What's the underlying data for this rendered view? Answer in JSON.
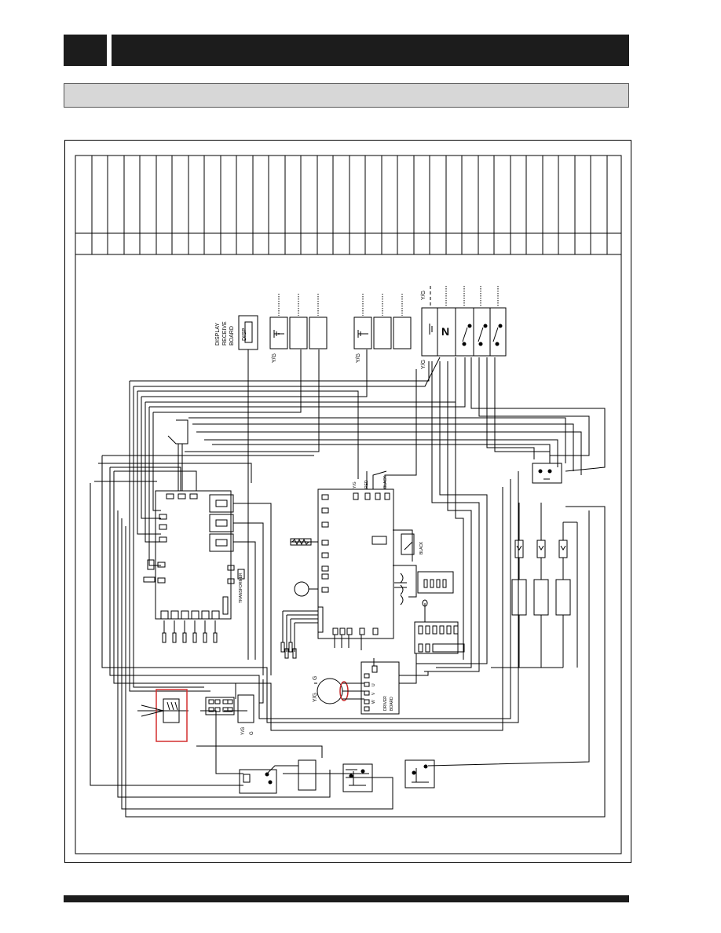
{
  "diagram": {
    "display_board": {
      "label_lines": [
        "DISPLAY",
        "RECEIVE",
        "BOARD"
      ],
      "connector": "DISP"
    },
    "terminal_block": {
      "neutral": "N",
      "ground_label": "Y/G",
      "ground_label_top": "Y/G"
    },
    "ground_label_left": "Y/G",
    "ground_label_mid": "Y/G",
    "main_board": {
      "wire_labels": [
        "Y/G",
        "RED",
        "BLACK"
      ]
    },
    "driver_board": {
      "label_lines": [
        "DRIVER",
        "BOARD"
      ],
      "terminals": [
        "U",
        "V",
        "W"
      ]
    },
    "compressor": {
      "ground": "G",
      "ground_label": "Y/G"
    },
    "low_box": {
      "ground_label": "Y/G",
      "ground": "G"
    },
    "transformer_label": "TRANSFORMER",
    "relay_label": "BLACK"
  }
}
